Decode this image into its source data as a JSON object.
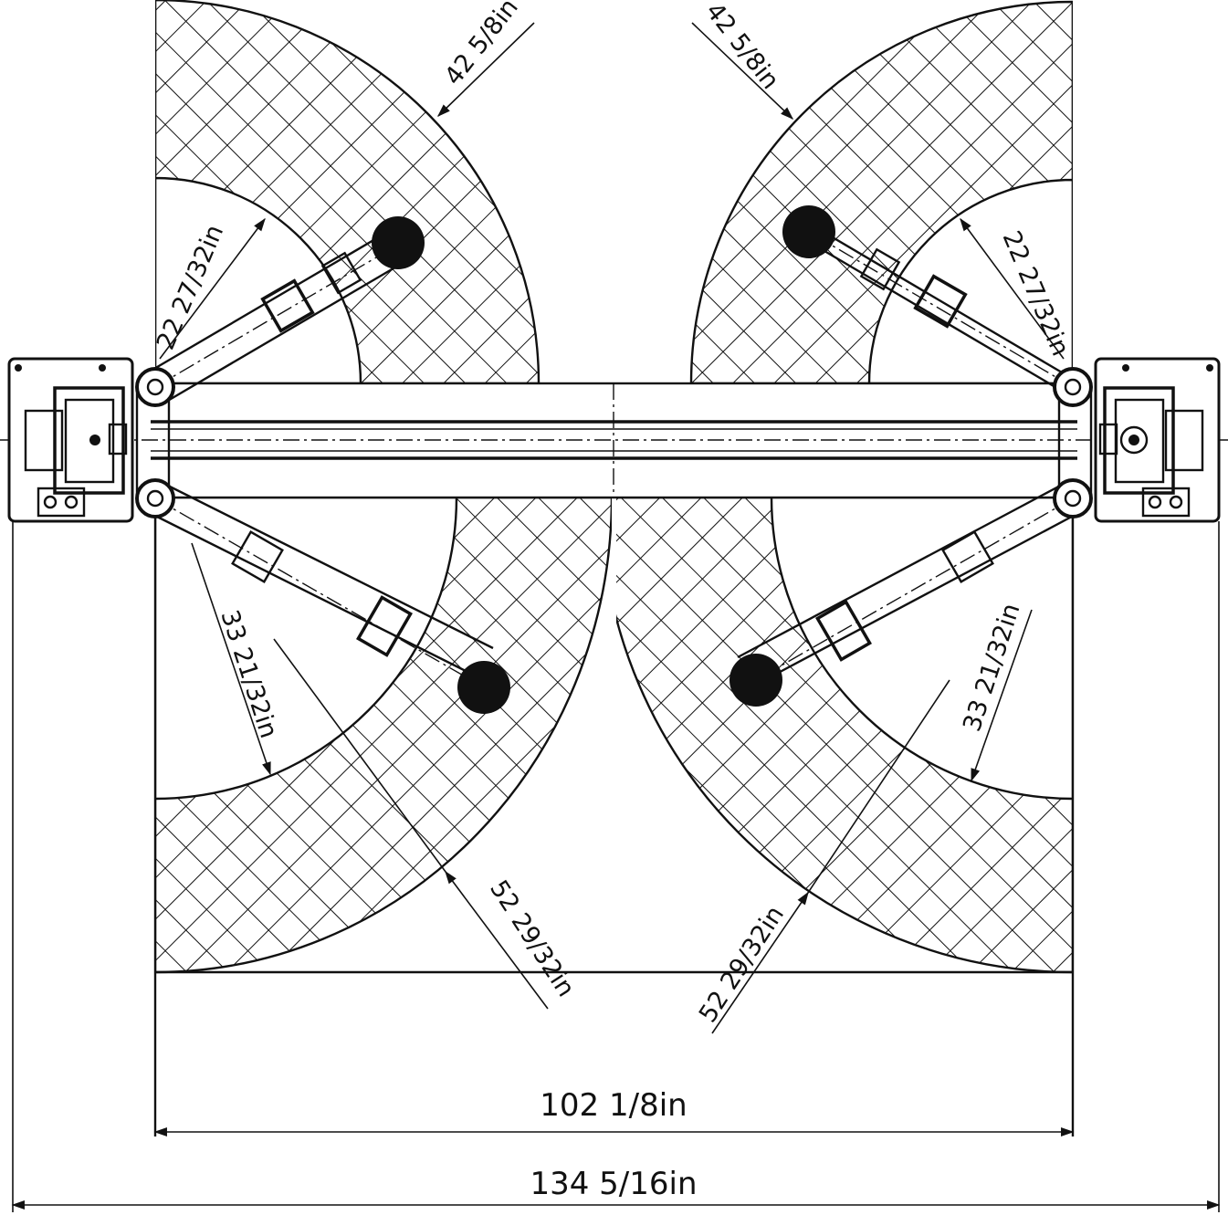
{
  "diagram": {
    "labels": {
      "arm_reach_top_left": "42 5/8in",
      "arm_reach_top_right": "42 5/8in",
      "arm_retract_top_left": "22 27/32in",
      "arm_retract_top_right": "22 27/32in",
      "arm_retract_bottom_left": "33 21/32in",
      "arm_retract_bottom_right": "33 21/32in",
      "arm_reach_bottom_left": "52 29/32in",
      "arm_reach_bottom_right": "52 29/32in",
      "inner_width": "102 1/8in",
      "overall_width": "134 5/16in"
    },
    "colors": {
      "line": "#111111",
      "background": "#ffffff"
    }
  }
}
